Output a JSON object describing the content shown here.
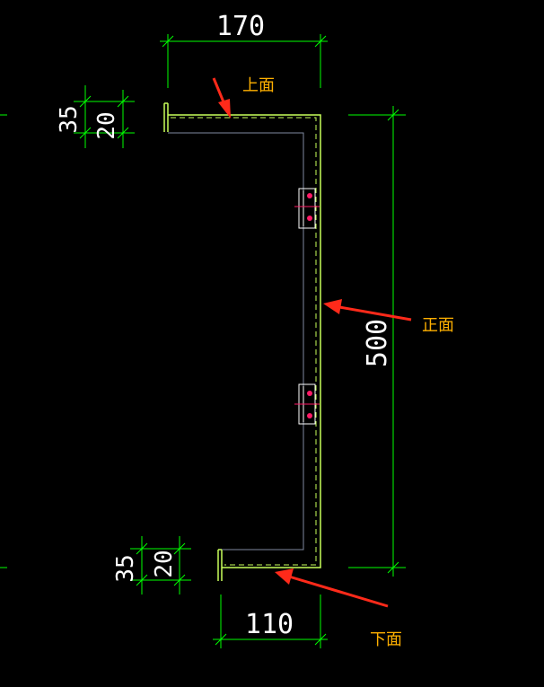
{
  "dimensions": {
    "top_width": "170",
    "bottom_width": "110",
    "height": "500",
    "top_left_a": "35",
    "top_left_b": "20",
    "bottom_left_a": "35",
    "bottom_left_b": "20"
  },
  "labels": {
    "top_face": "上面",
    "front_face": "正面",
    "bottom_face": "下面"
  },
  "colors": {
    "background": "#000000",
    "dimension_line": "#00ff00",
    "profile_outline": "#c8ff5a",
    "inner_line": "#7f8aa0",
    "arrow": "#ff2a1a",
    "label": "#ffb000",
    "bolt": "#ff1a66"
  }
}
